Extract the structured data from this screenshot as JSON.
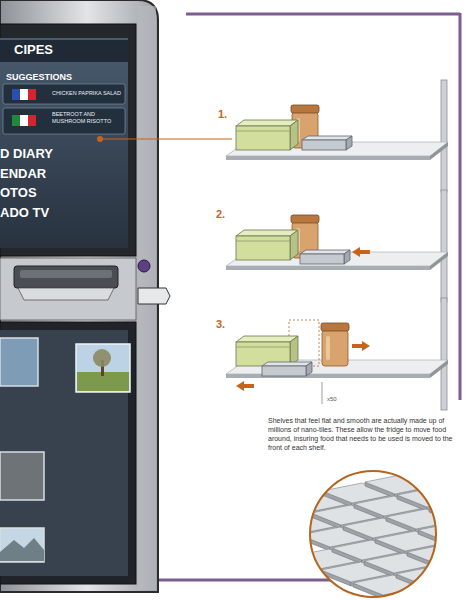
{
  "diagram": {
    "nodes": [
      {
        "text": [
          "CIPES",
          "SUGGESTIONS",
          "CHICKEN PAPRIKA SALAD",
          "BEETROOT AND MUSHROOM RISOTTO",
          "D DIARY",
          "ENDAR",
          "OTOS",
          "ADO TV"
        ]
      }
    ],
    "labels": [
      "1.",
      "2.",
      "3.",
      "x50",
      "Shelves that feel flat and smooth are actually made up of millions of nano-tiles. These allow the fridge to move food around, insuring food that needs to be used is moved to the front of each shelf."
    ]
  }
}
